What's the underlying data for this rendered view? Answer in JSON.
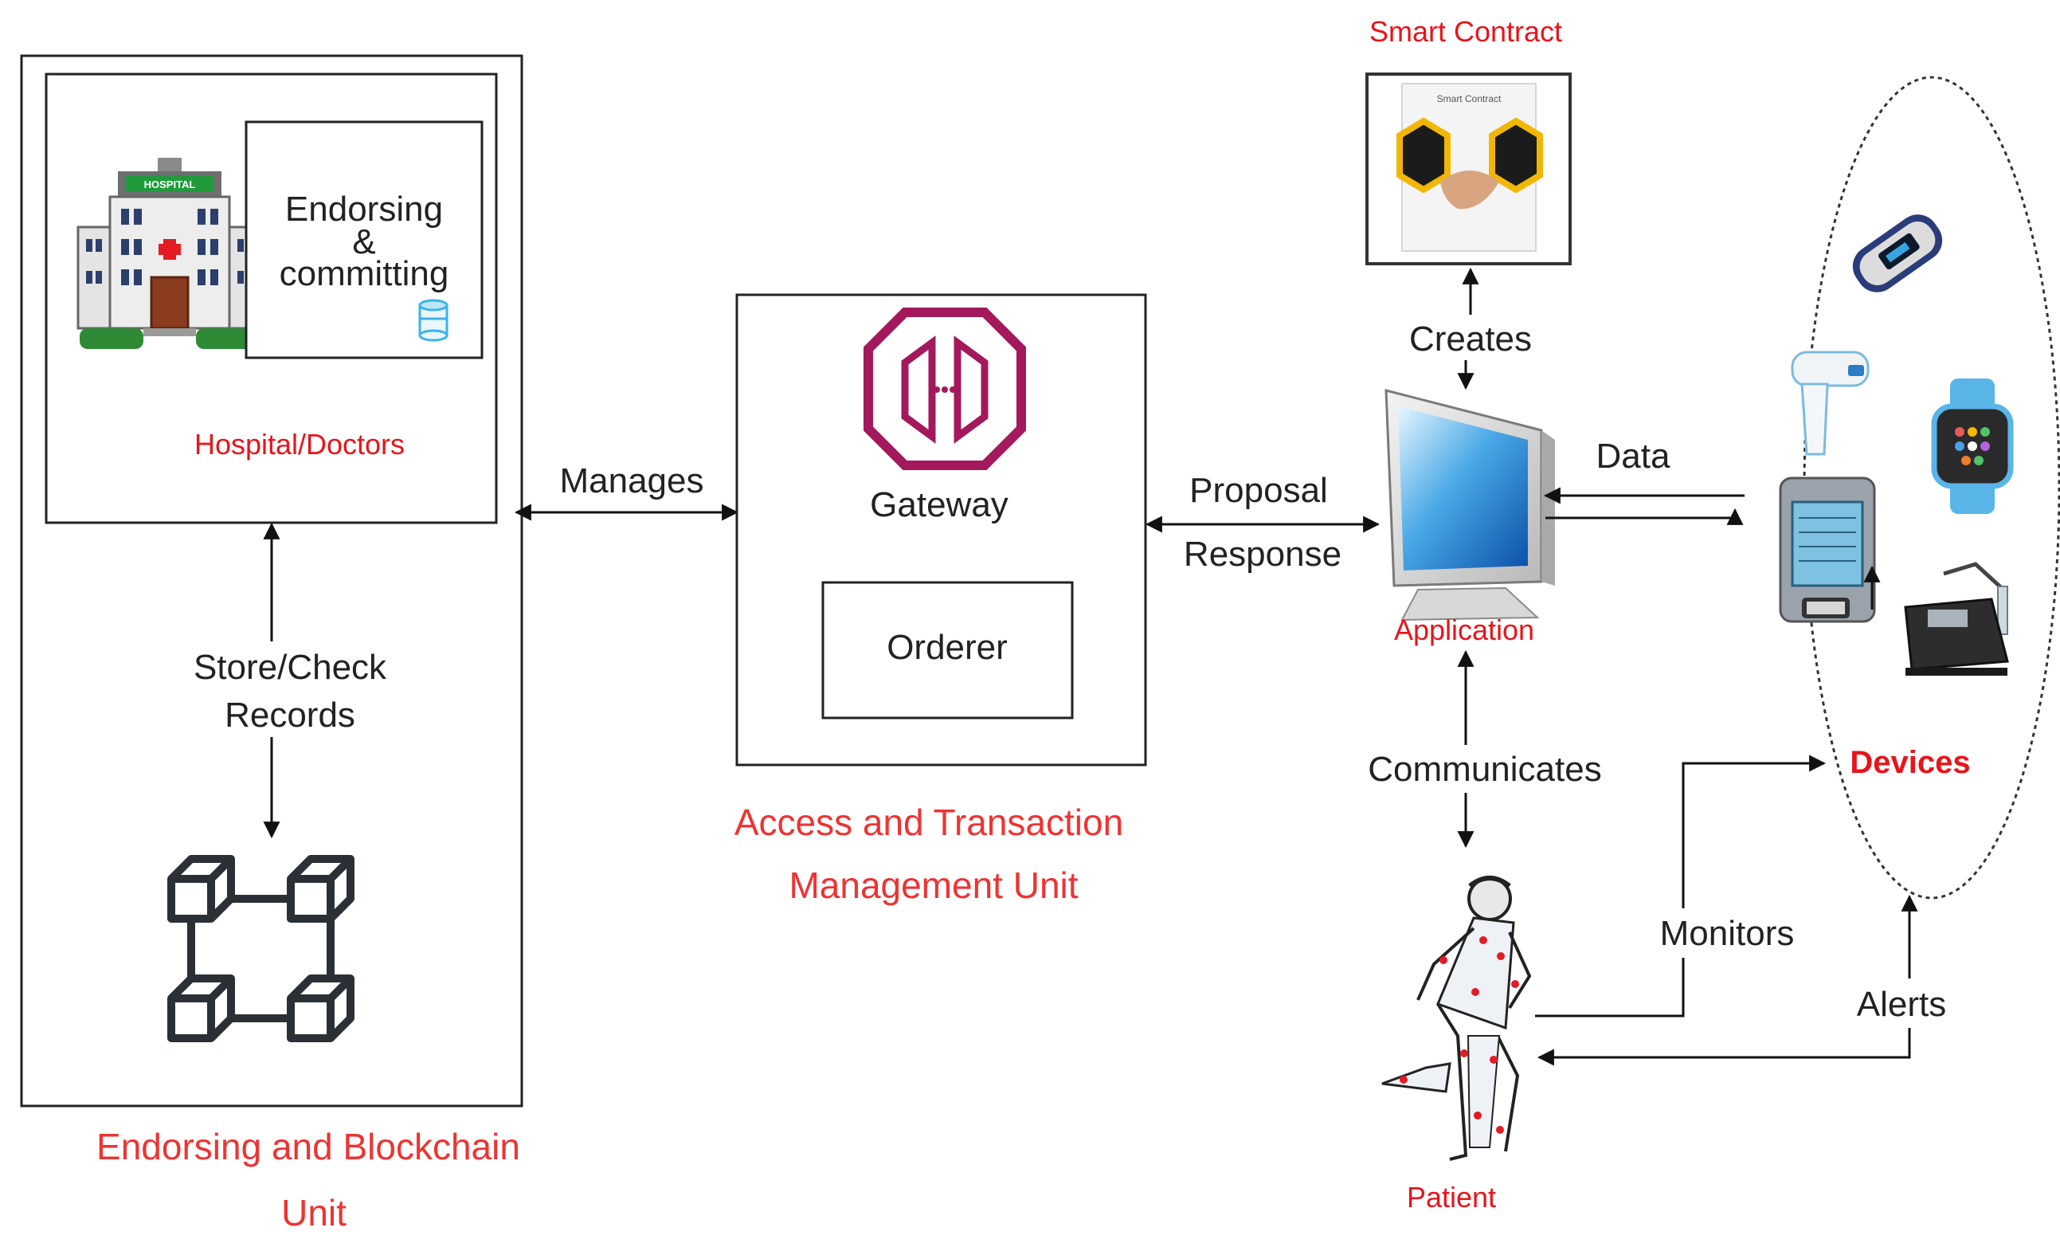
{
  "endorsing_unit": {
    "title_line1": "Endorsing and Blockchain",
    "title_line2": "Unit",
    "hospital_label": "Hospital/Doctors",
    "endorse_line1": "Endorsing",
    "endorse_line2": "&",
    "endorse_line3": "committing",
    "store_line1": "Store/Check",
    "store_line2": "Records",
    "hospital_sign": "HOSPITAL"
  },
  "access_unit": {
    "title_line1": "Access and Transaction",
    "title_line2": "Management Unit",
    "gateway_label": "Gateway",
    "orderer_label": "Orderer"
  },
  "edges": {
    "manages": "Manages",
    "proposal": "Proposal",
    "response": "Response",
    "creates": "Creates",
    "data": "Data",
    "communicates": "Communicates",
    "monitors": "Monitors",
    "alerts": "Alerts"
  },
  "nodes": {
    "smart_contract": "Smart Contract",
    "smart_contract_doc": "Smart Contract",
    "application": "Application",
    "patient": "Patient",
    "devices": "Devices"
  },
  "colors": {
    "accent_red": "#ee3333",
    "gateway_magenta": "#a3195b",
    "line": "#111111"
  }
}
